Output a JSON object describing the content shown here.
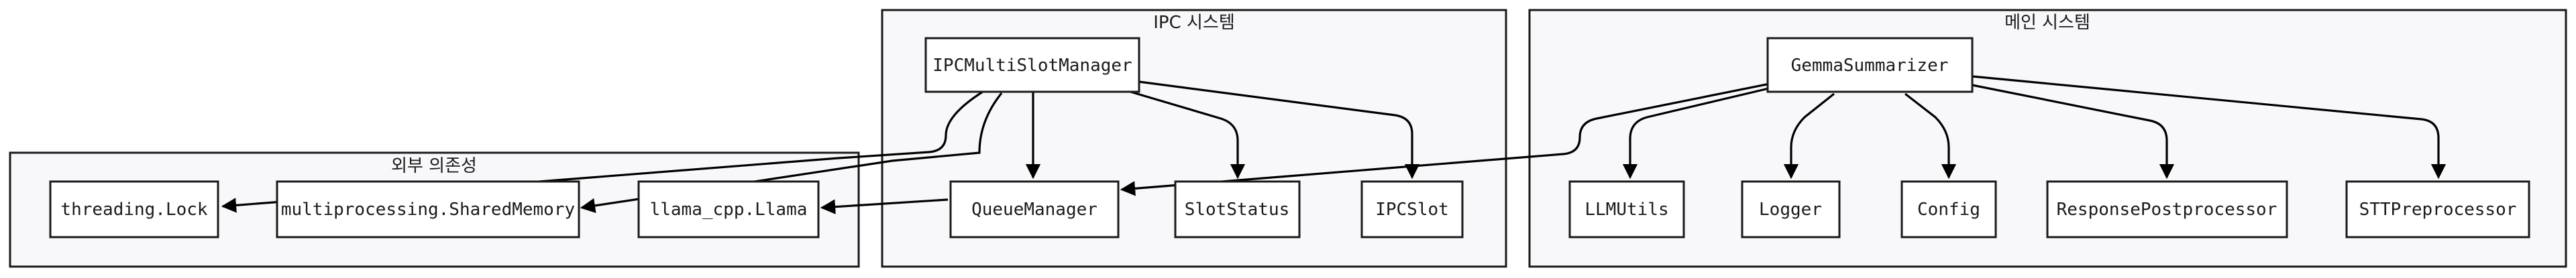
{
  "clusters": {
    "external": {
      "label": "외부 의존성"
    },
    "ipc": {
      "label": "IPC 시스템"
    },
    "main": {
      "label": "메인 시스템"
    }
  },
  "nodes": {
    "threading_lock": "threading.Lock",
    "shared_memory": "multiprocessing.SharedMemory",
    "llama": "llama_cpp.Llama",
    "ipc_multislot_manager": "IPCMultiSlotManager",
    "queue_manager": "QueueManager",
    "slot_status": "SlotStatus",
    "ipc_slot": "IPCSlot",
    "gemma_summarizer": "GemmaSummarizer",
    "llm_utils": "LLMUtils",
    "logger": "Logger",
    "config": "Config",
    "response_postprocessor": "ResponsePostprocessor",
    "stt_preprocessor": "STTPreprocessor"
  },
  "edges": [
    {
      "from": "ipc_multislot_manager",
      "to": "queue_manager"
    },
    {
      "from": "ipc_multislot_manager",
      "to": "slot_status"
    },
    {
      "from": "ipc_multislot_manager",
      "to": "ipc_slot"
    },
    {
      "from": "ipc_multislot_manager",
      "to": "threading_lock"
    },
    {
      "from": "ipc_multislot_manager",
      "to": "shared_memory"
    },
    {
      "from": "queue_manager",
      "to": "llama"
    },
    {
      "from": "gemma_summarizer",
      "to": "queue_manager"
    },
    {
      "from": "gemma_summarizer",
      "to": "llm_utils"
    },
    {
      "from": "gemma_summarizer",
      "to": "logger"
    },
    {
      "from": "gemma_summarizer",
      "to": "config"
    },
    {
      "from": "gemma_summarizer",
      "to": "response_postprocessor"
    },
    {
      "from": "gemma_summarizer",
      "to": "stt_preprocessor"
    }
  ]
}
